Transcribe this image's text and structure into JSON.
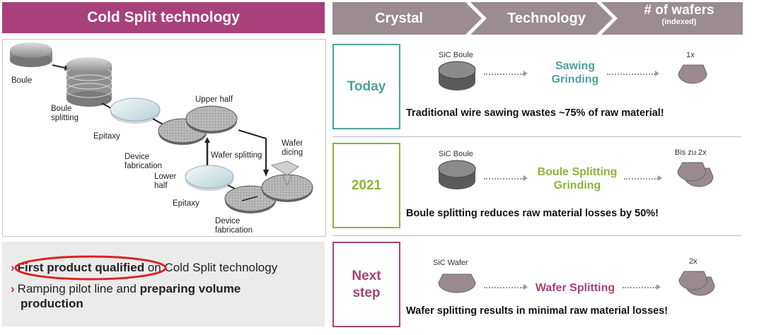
{
  "left_header": {
    "title": "Cold Split technology"
  },
  "diagram": {
    "labels": {
      "boule": "Boule",
      "boule_splitting": "Boule\nsplitting",
      "epitaxy_1": "Epitaxy",
      "upper_half": "Upper half",
      "device_fabrication_1": "Device\nfabrication",
      "wafer_splitting": "Wafer splitting",
      "wafer_dicing": "Wafer\ndicing",
      "lower_half": "Lower\nhalf",
      "epitaxy_2": "Epitaxy",
      "device_fabrication_2": "Device\nfabrication"
    }
  },
  "bullets": {
    "b1_bold": "First product qualified",
    "b1_rest": " on Cold Split technology",
    "b2_pre": "Ramping pilot line and ",
    "b2_bold": "preparing volume",
    "b2_bold2": "production",
    "marker": "›"
  },
  "process_header": {
    "steps": [
      "Crystal",
      "Technology",
      "# of wafers"
    ],
    "sub": "(indexed)"
  },
  "rows": [
    {
      "label": "Today",
      "color": "#4da39b",
      "source": "SiC Boule",
      "tech": [
        "Sawing",
        "Grinding"
      ],
      "tech_color": "#4da39b",
      "count": "1x",
      "desc": "Traditional wire sawing wastes ~75% of raw material!"
    },
    {
      "label": "2021",
      "color": "#8db33c",
      "source": "SiC Boule",
      "tech": [
        "Boule Splitting",
        "Grinding"
      ],
      "tech_color": "#8db33c",
      "count": "Bis zu 2x",
      "desc": "Boule splitting reduces raw material losses by 50%!"
    },
    {
      "label": "Next\nstep",
      "color": "#a8407a",
      "source": "SiC Wafer",
      "tech": [
        "Wafer Splitting"
      ],
      "tech_color": "#a8407a",
      "count": "2x",
      "desc": "Wafer splitting results in minimal raw material losses!"
    }
  ],
  "colors": {
    "magenta": "#a8407a",
    "header_gray": "#9a8c90",
    "teal": "#4da39b",
    "green": "#8db33c",
    "highlight_red": "#e02020"
  }
}
